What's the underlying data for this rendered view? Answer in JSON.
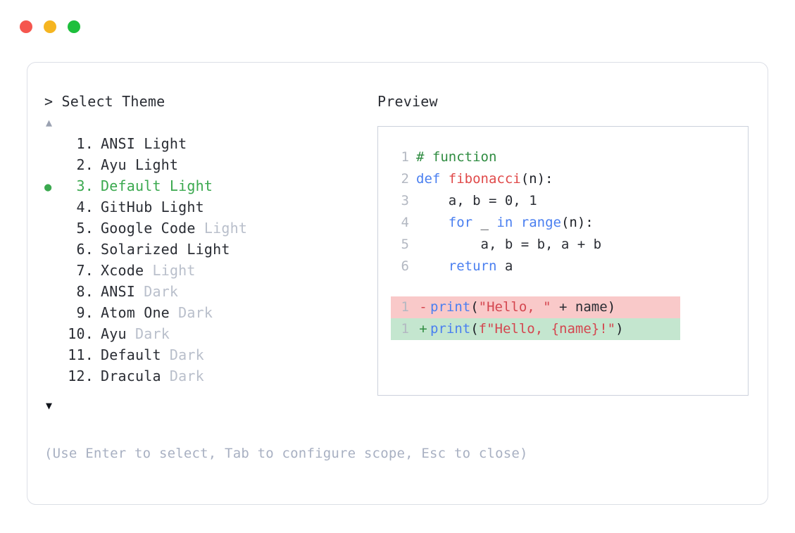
{
  "window": {
    "traffic_lights": [
      {
        "name": "close-button",
        "color": "#f5564e"
      },
      {
        "name": "minimize-button",
        "color": "#f5b521"
      },
      {
        "name": "maximize-button",
        "color": "#1dbf3c"
      }
    ]
  },
  "selector": {
    "prompt": "> Select Theme",
    "scroll_up": "▲",
    "scroll_down": "▼",
    "selected_index": 3,
    "items": [
      {
        "num": "1.",
        "bullet": "",
        "name": "ANSI Light",
        "variant": "",
        "selected": false
      },
      {
        "num": "2.",
        "bullet": "",
        "name": "Ayu Light",
        "variant": "",
        "selected": false
      },
      {
        "num": "3.",
        "bullet": "●",
        "name": "Default Light",
        "variant": "",
        "selected": true
      },
      {
        "num": "4.",
        "bullet": "",
        "name": "GitHub Light",
        "variant": "",
        "selected": false
      },
      {
        "num": "5.",
        "bullet": "",
        "name": "Google Code",
        "variant": "Light",
        "selected": false
      },
      {
        "num": "6.",
        "bullet": "",
        "name": "Solarized Light",
        "variant": "",
        "selected": false
      },
      {
        "num": "7.",
        "bullet": "",
        "name": "Xcode",
        "variant": "Light",
        "selected": false
      },
      {
        "num": "8.",
        "bullet": "",
        "name": "ANSI",
        "variant": "Dark",
        "selected": false
      },
      {
        "num": "9.",
        "bullet": "",
        "name": "Atom One",
        "variant": "Dark",
        "selected": false
      },
      {
        "num": "10.",
        "bullet": "",
        "name": "Ayu",
        "variant": "Dark",
        "selected": false
      },
      {
        "num": "11.",
        "bullet": "",
        "name": "Default",
        "variant": "Dark",
        "selected": false
      },
      {
        "num": "12.",
        "bullet": "",
        "name": "Dracula",
        "variant": "Dark",
        "selected": false
      }
    ],
    "hint": "(Use Enter to select, Tab to configure scope, Esc to close)"
  },
  "preview": {
    "title": "Preview",
    "code_lines": [
      {
        "ln": "1",
        "tokens": [
          {
            "t": "# function",
            "c": "comment"
          }
        ]
      },
      {
        "ln": "2",
        "tokens": [
          {
            "t": "def ",
            "c": "keyword"
          },
          {
            "t": "fibonacci",
            "c": "func"
          },
          {
            "t": "(n):",
            "c": "punct"
          }
        ]
      },
      {
        "ln": "3",
        "tokens": [
          {
            "t": "    a, b = ",
            "c": "plain"
          },
          {
            "t": "0",
            "c": "num"
          },
          {
            "t": ", ",
            "c": "plain"
          },
          {
            "t": "1",
            "c": "num"
          }
        ]
      },
      {
        "ln": "4",
        "tokens": [
          {
            "t": "    ",
            "c": "plain"
          },
          {
            "t": "for",
            "c": "keyword"
          },
          {
            "t": " _ ",
            "c": "plain"
          },
          {
            "t": "in",
            "c": "keyword"
          },
          {
            "t": " ",
            "c": "plain"
          },
          {
            "t": "range",
            "c": "builtin"
          },
          {
            "t": "(n):",
            "c": "punct"
          }
        ]
      },
      {
        "ln": "5",
        "tokens": [
          {
            "t": "        a, b = b, a + b",
            "c": "plain"
          }
        ]
      },
      {
        "ln": "6",
        "tokens": [
          {
            "t": "    ",
            "c": "plain"
          },
          {
            "t": "return",
            "c": "keyword"
          },
          {
            "t": " a",
            "c": "plain"
          }
        ]
      }
    ],
    "diff_lines": [
      {
        "ln": "1",
        "sign": "-",
        "type": "removed",
        "tokens": [
          {
            "t": "print",
            "c": "builtin"
          },
          {
            "t": "(",
            "c": "punct"
          },
          {
            "t": "\"Hello, \"",
            "c": "string"
          },
          {
            "t": " + name",
            "c": "plain"
          },
          {
            "t": ")",
            "c": "punct"
          }
        ]
      },
      {
        "ln": "1",
        "sign": "+",
        "type": "added",
        "tokens": [
          {
            "t": "print",
            "c": "builtin"
          },
          {
            "t": "(",
            "c": "punct"
          },
          {
            "t": "f\"Hello, {name}!\"",
            "c": "string"
          },
          {
            "t": ")",
            "c": "punct"
          }
        ]
      }
    ]
  }
}
